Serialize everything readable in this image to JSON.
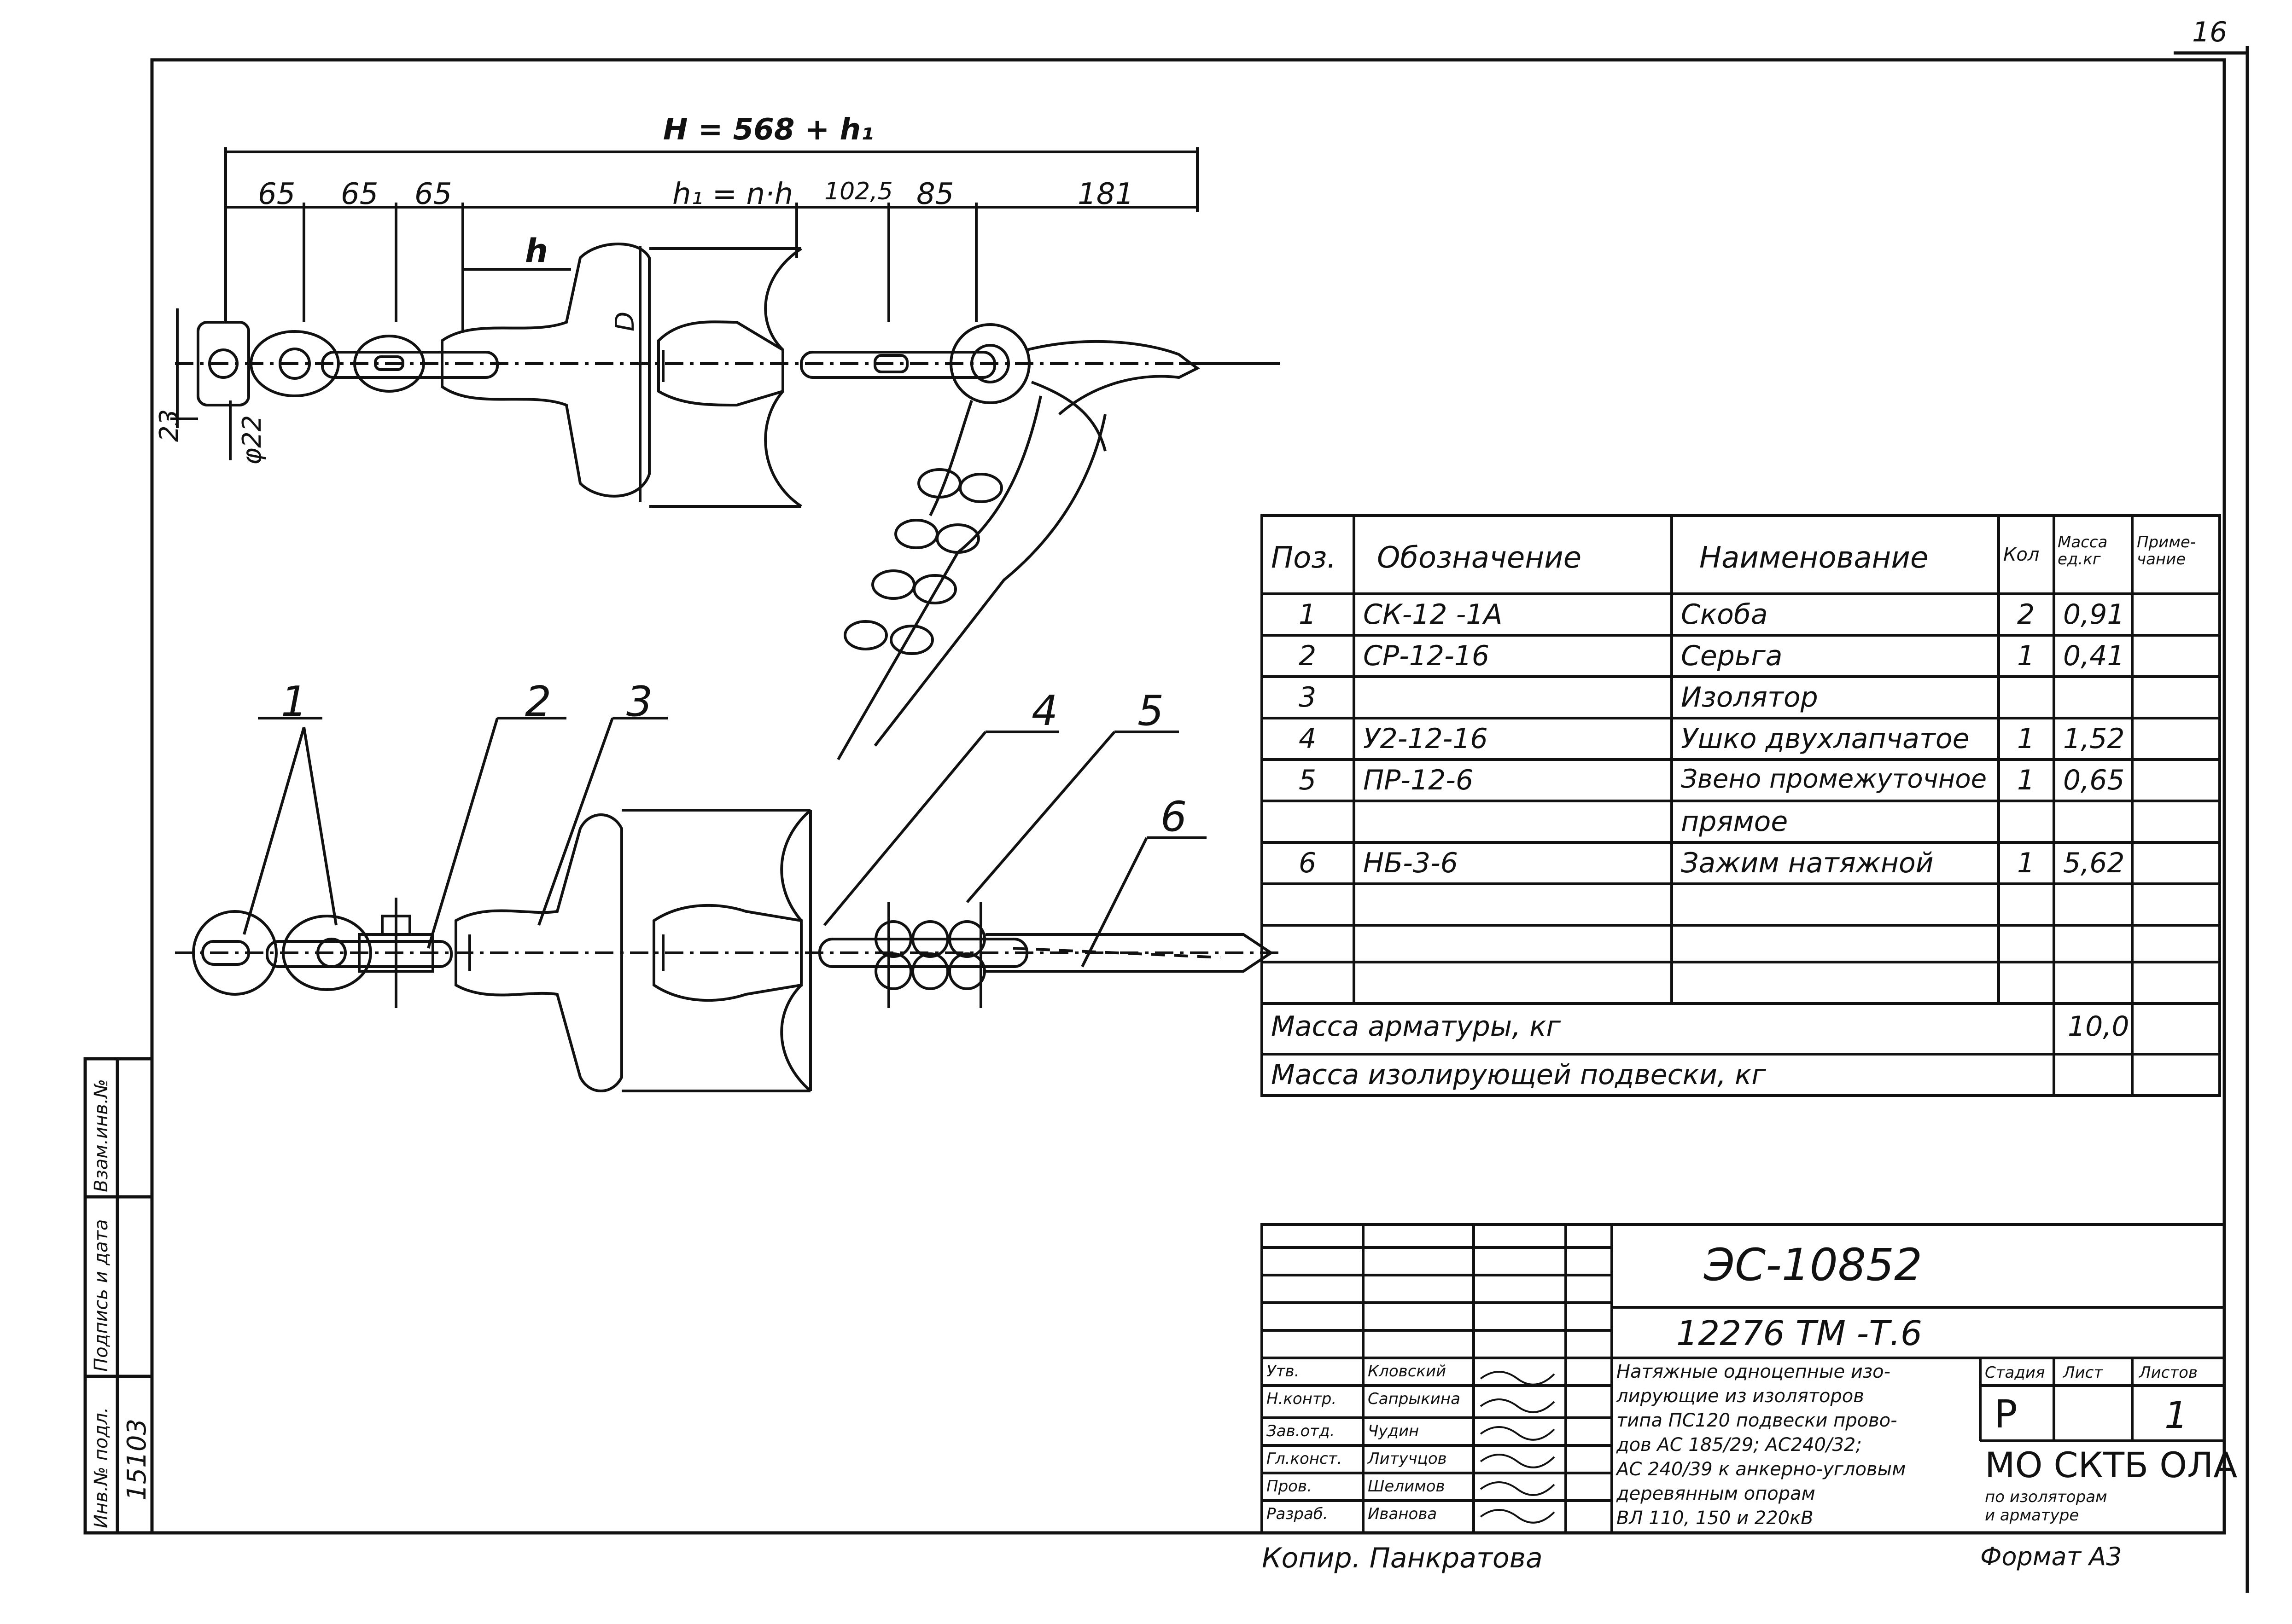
{
  "sheet": {
    "page_number": "16",
    "format_label": "Формат А3",
    "copied_by": "Копир.  Панкратова"
  },
  "drawing": {
    "top_view_dims": {
      "total": "H = 568 + h₁",
      "d1": "65",
      "d2": "65",
      "d3": "65",
      "hn": "h₁ = n·h",
      "d5": "102,5",
      "d6": "85",
      "d7": "181",
      "h": "h",
      "D": "D",
      "d23": "23",
      "phi22": "φ22"
    },
    "callouts": [
      "1",
      "2",
      "3",
      "4",
      "5",
      "6"
    ]
  },
  "spec_table": {
    "headers": {
      "pos": "Поз.",
      "designation": "Обозначение",
      "name": "Наименование",
      "qty": "Кол",
      "mass": "Масса ед.кг",
      "note": "Приме- чание"
    },
    "rows": [
      {
        "pos": "1",
        "designation": "СК-12 -1А",
        "name": "Скоба",
        "qty": "2",
        "mass": "0,91",
        "note": ""
      },
      {
        "pos": "2",
        "designation": "СР-12-16",
        "name": "Серьга",
        "qty": "1",
        "mass": "0,41",
        "note": ""
      },
      {
        "pos": "3",
        "designation": "",
        "name": "Изолятор",
        "qty": "",
        "mass": "",
        "note": ""
      },
      {
        "pos": "4",
        "designation": "У2-12-16",
        "name": "Ушко двухлапчатое",
        "qty": "1",
        "mass": "1,52",
        "note": ""
      },
      {
        "pos": "5",
        "designation": "ПР-12-6",
        "name": "Звено промежуточное",
        "qty": "1",
        "mass": "0,65",
        "note": ""
      },
      {
        "pos": "",
        "designation": "",
        "name": "прямое",
        "qty": "",
        "mass": "",
        "note": ""
      },
      {
        "pos": "6",
        "designation": "НБ-3-6",
        "name": "Зажим натяжной",
        "qty": "1",
        "mass": "5,62",
        "note": ""
      }
    ],
    "armature_mass_label": "Масса  арматуры, кг",
    "armature_mass_value": "10,0",
    "insulating_mass_label": "Масса  изолирующей  подвески, кг"
  },
  "title_block": {
    "doc_code": "ЭС-10852",
    "doc_sub": "12276 ТМ -Т.6",
    "roles": [
      {
        "role": "Утв.",
        "name": "Кловский"
      },
      {
        "role": "Н.контр.",
        "name": "Сапрыкина"
      },
      {
        "role": "Зав.отд.",
        "name": "Чудин"
      },
      {
        "role": "Гл.конст.",
        "name": "Литучцов"
      },
      {
        "role": "Пров.",
        "name": "Шелимов"
      },
      {
        "role": "Разраб.",
        "name": "Иванова"
      }
    ],
    "description_lines": [
      "Натяжные одноцепные изо-",
      "лирующие из изоляторов",
      "типа ПС120 подвески прово-",
      "дов АС 185/29; АС240/32;",
      "АС 240/39 к анкерно-угловым",
      "деревянным опорам",
      "ВЛ 110, 150 и 220кВ"
    ],
    "stage_label": "Стадия",
    "sheet_label": "Лист",
    "sheets_label": "Листов",
    "stage_value": "Р",
    "sheets_value": "1",
    "org_line1": "МО СКТБ ОЛА",
    "org_line2": "по изоляторам",
    "org_line3": "и арматуре"
  },
  "side_stamp": {
    "inv_label": "Инв.№ подл.",
    "inv_value": "15103",
    "sign_label": "Подпись и дата",
    "replace_label": "Взам.инв.№"
  }
}
